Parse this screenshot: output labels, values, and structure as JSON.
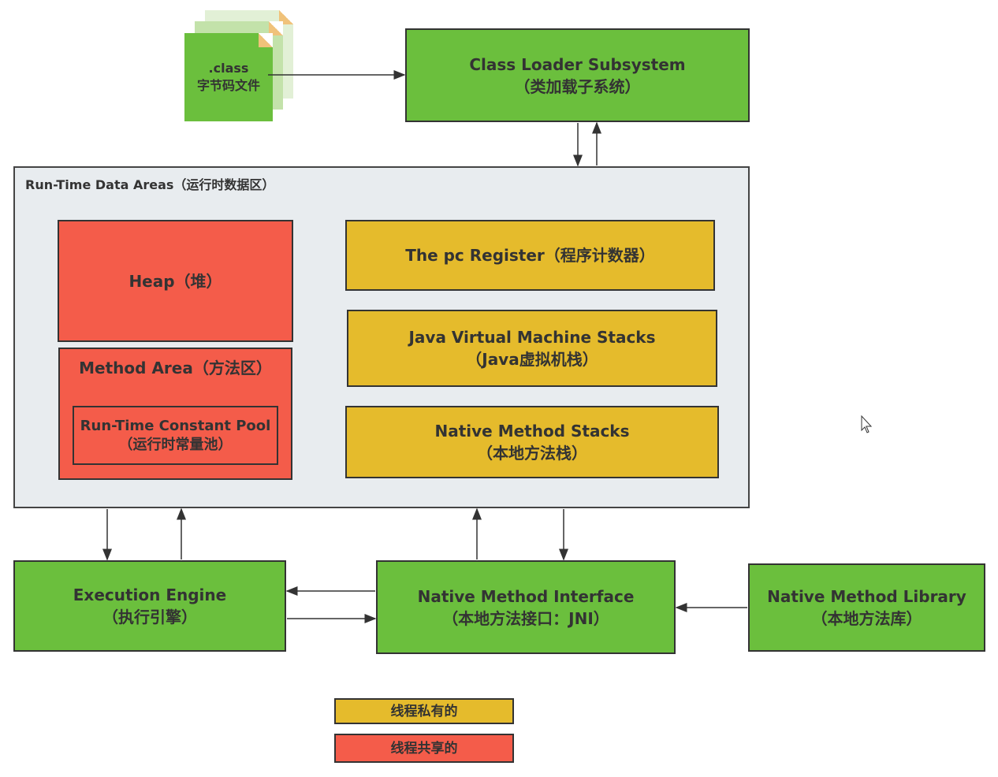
{
  "class_file": {
    "line1": ".class",
    "line2": "字节码文件"
  },
  "class_loader": {
    "title": "Class Loader Subsystem",
    "subtitle": "（类加载子系统）"
  },
  "runtime": {
    "title": "Run-Time Data Areas（运行时数据区）"
  },
  "heap": {
    "title": "Heap（堆）"
  },
  "method_area": {
    "title": "Method Area（方法区）"
  },
  "constant_pool": {
    "title": "Run-Time Constant Pool",
    "subtitle": "（运行时常量池）"
  },
  "pc_register": {
    "title": "The pc Register（程序计数器）"
  },
  "jvm_stacks": {
    "title": "Java Virtual Machine Stacks",
    "subtitle": "（Java虚拟机栈）"
  },
  "native_stacks": {
    "title": "Native Method Stacks",
    "subtitle": "（本地方法栈）"
  },
  "execution_engine": {
    "title": "Execution Engine",
    "subtitle": "（执行引擎）"
  },
  "native_interface": {
    "title": "Native Method Interface",
    "subtitle": "（本地方法接口：JNI）"
  },
  "native_library": {
    "title": "Native Method Library",
    "subtitle": "（本地方法库）"
  },
  "legend": {
    "private": "线程私有的",
    "shared": "线程共享的"
  },
  "colors": {
    "green": "#6bbf3d",
    "red": "#f45c4a",
    "yellow": "#e5bb2c",
    "area": "#e8ecef"
  }
}
